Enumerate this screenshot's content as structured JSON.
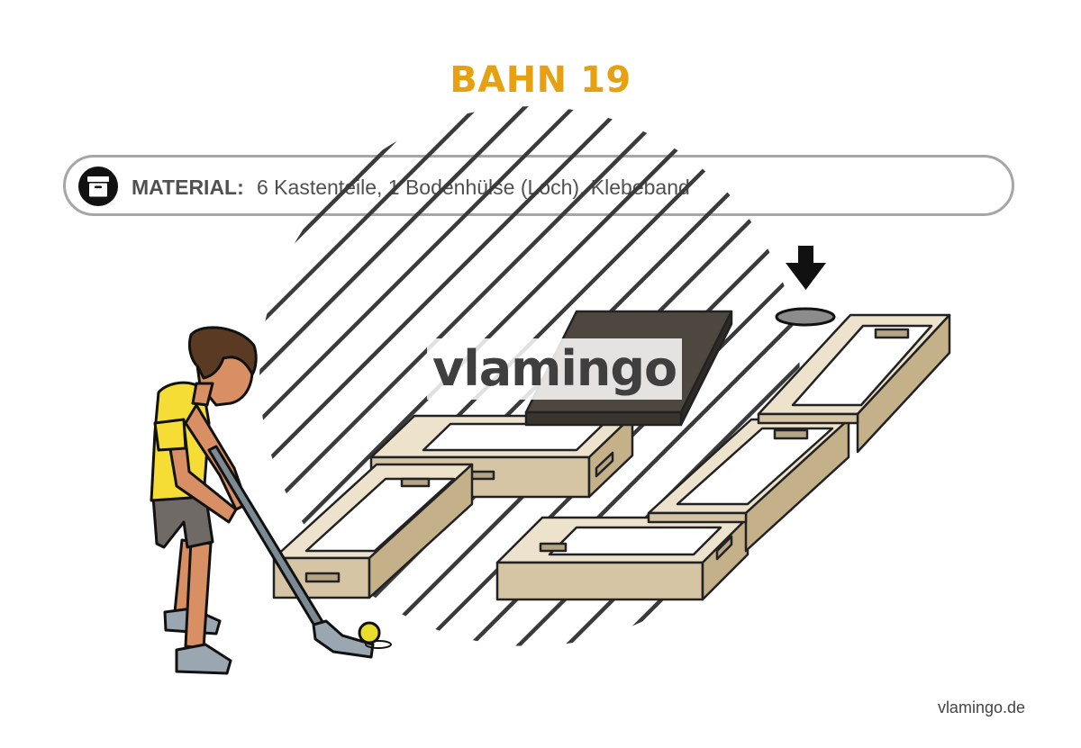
{
  "title": "BAHN 19",
  "material": {
    "label": "MATERIAL:",
    "text": "6 Kastenteile, 1 Bodenhülse (Loch), Klebeband",
    "icon": "archive-box-icon"
  },
  "watermark": "vlamingo",
  "footer": "vlamingo.de",
  "colors": {
    "title": "#e8a013",
    "box_wood": "#d6c5a4",
    "box_lid": "#4e473f",
    "shirt": "#f5dd36",
    "ball": "#e8de2a"
  }
}
